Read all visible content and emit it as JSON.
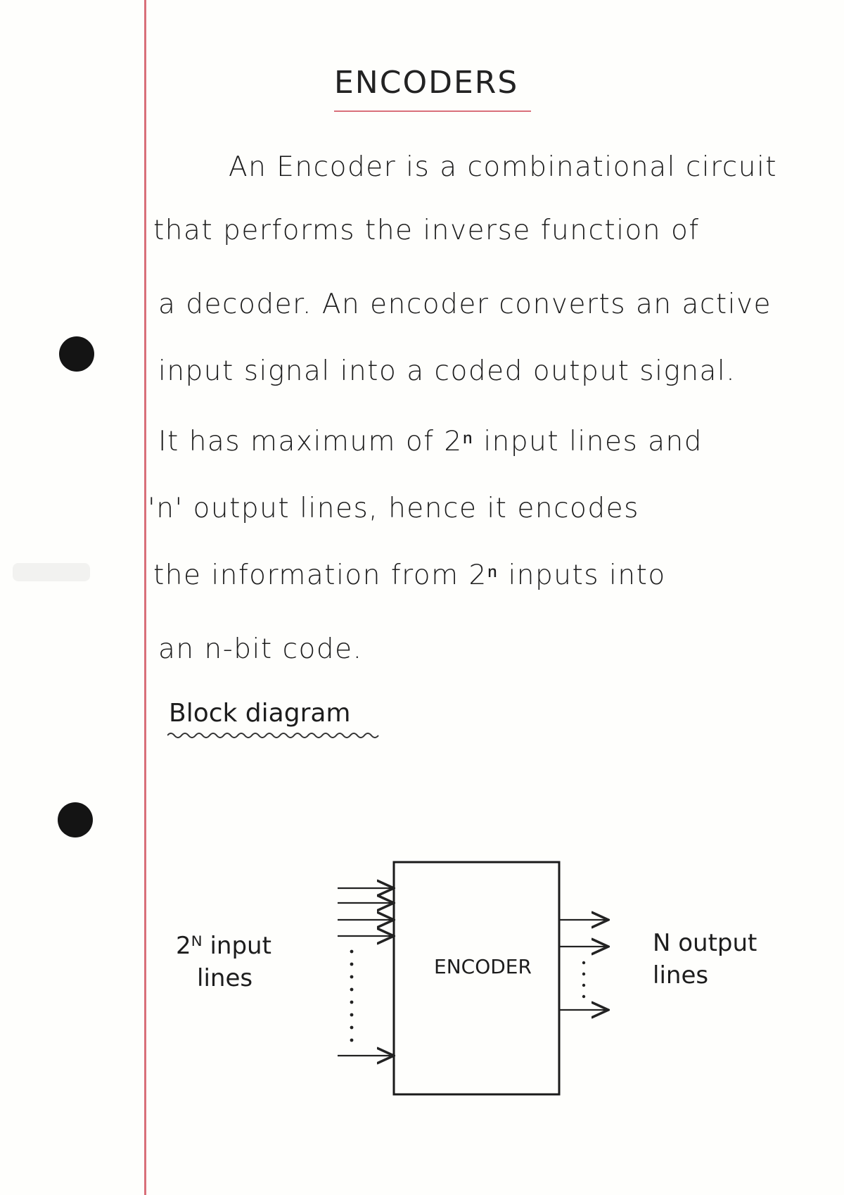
{
  "title": "ENCODERS",
  "paragraph_lines": [
    "An Encoder is a combinational circuit",
    "that performs the inverse function of",
    "a decoder. An encoder converts an active",
    "input signal into a coded output signal.",
    "It has maximum of 2ⁿ input lines and",
    "'n' output lines, hence it encodes",
    "the information from 2ⁿ inputs into",
    "an n-bit code."
  ],
  "subheading": "Block diagram",
  "diagram": {
    "box_label": "ENCODER",
    "input_label_line1": "2ᴺ input",
    "input_label_line2": "lines",
    "output_label_line1": "N output",
    "output_label_line2": "lines"
  }
}
